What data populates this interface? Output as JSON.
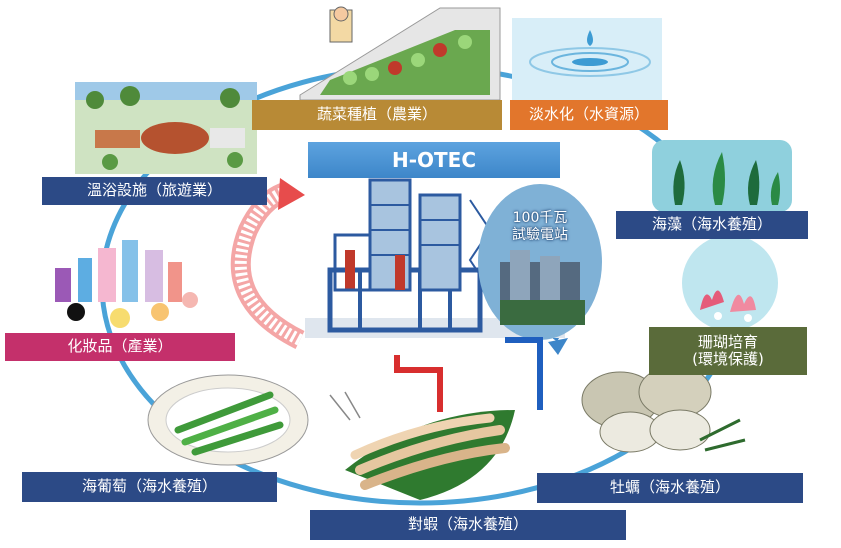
{
  "center": {
    "title": "H-OTEC",
    "plant_label": [
      "100千瓦",
      "試驗電站"
    ]
  },
  "labels": {
    "vegetable": "蔬菜種植（農業）",
    "desalination": "淡水化（水資源）",
    "hot_spring": "溫浴設施（旅遊業）",
    "seaweed": "海藻（海水養殖）",
    "cosmetics": "化妝品（產業）",
    "coral": [
      "珊瑚培育",
      "(環境保護)"
    ],
    "sea_grape": "海葡萄（海水養殖）",
    "oyster": "牡蠣（海水養殖）",
    "shrimp": "對蝦（海水養殖）"
  },
  "colors": {
    "navy_label": "#2c4a86",
    "agri_label": "#b88a36",
    "water_label": "#e2762c",
    "cosmetic_label": "#c4306b",
    "coral_label": "#5a6b3a",
    "cycle_line": "#4aa3d8",
    "warm_pipe": "#d82e2e",
    "cold_pipe": "#1f5fbf"
  }
}
